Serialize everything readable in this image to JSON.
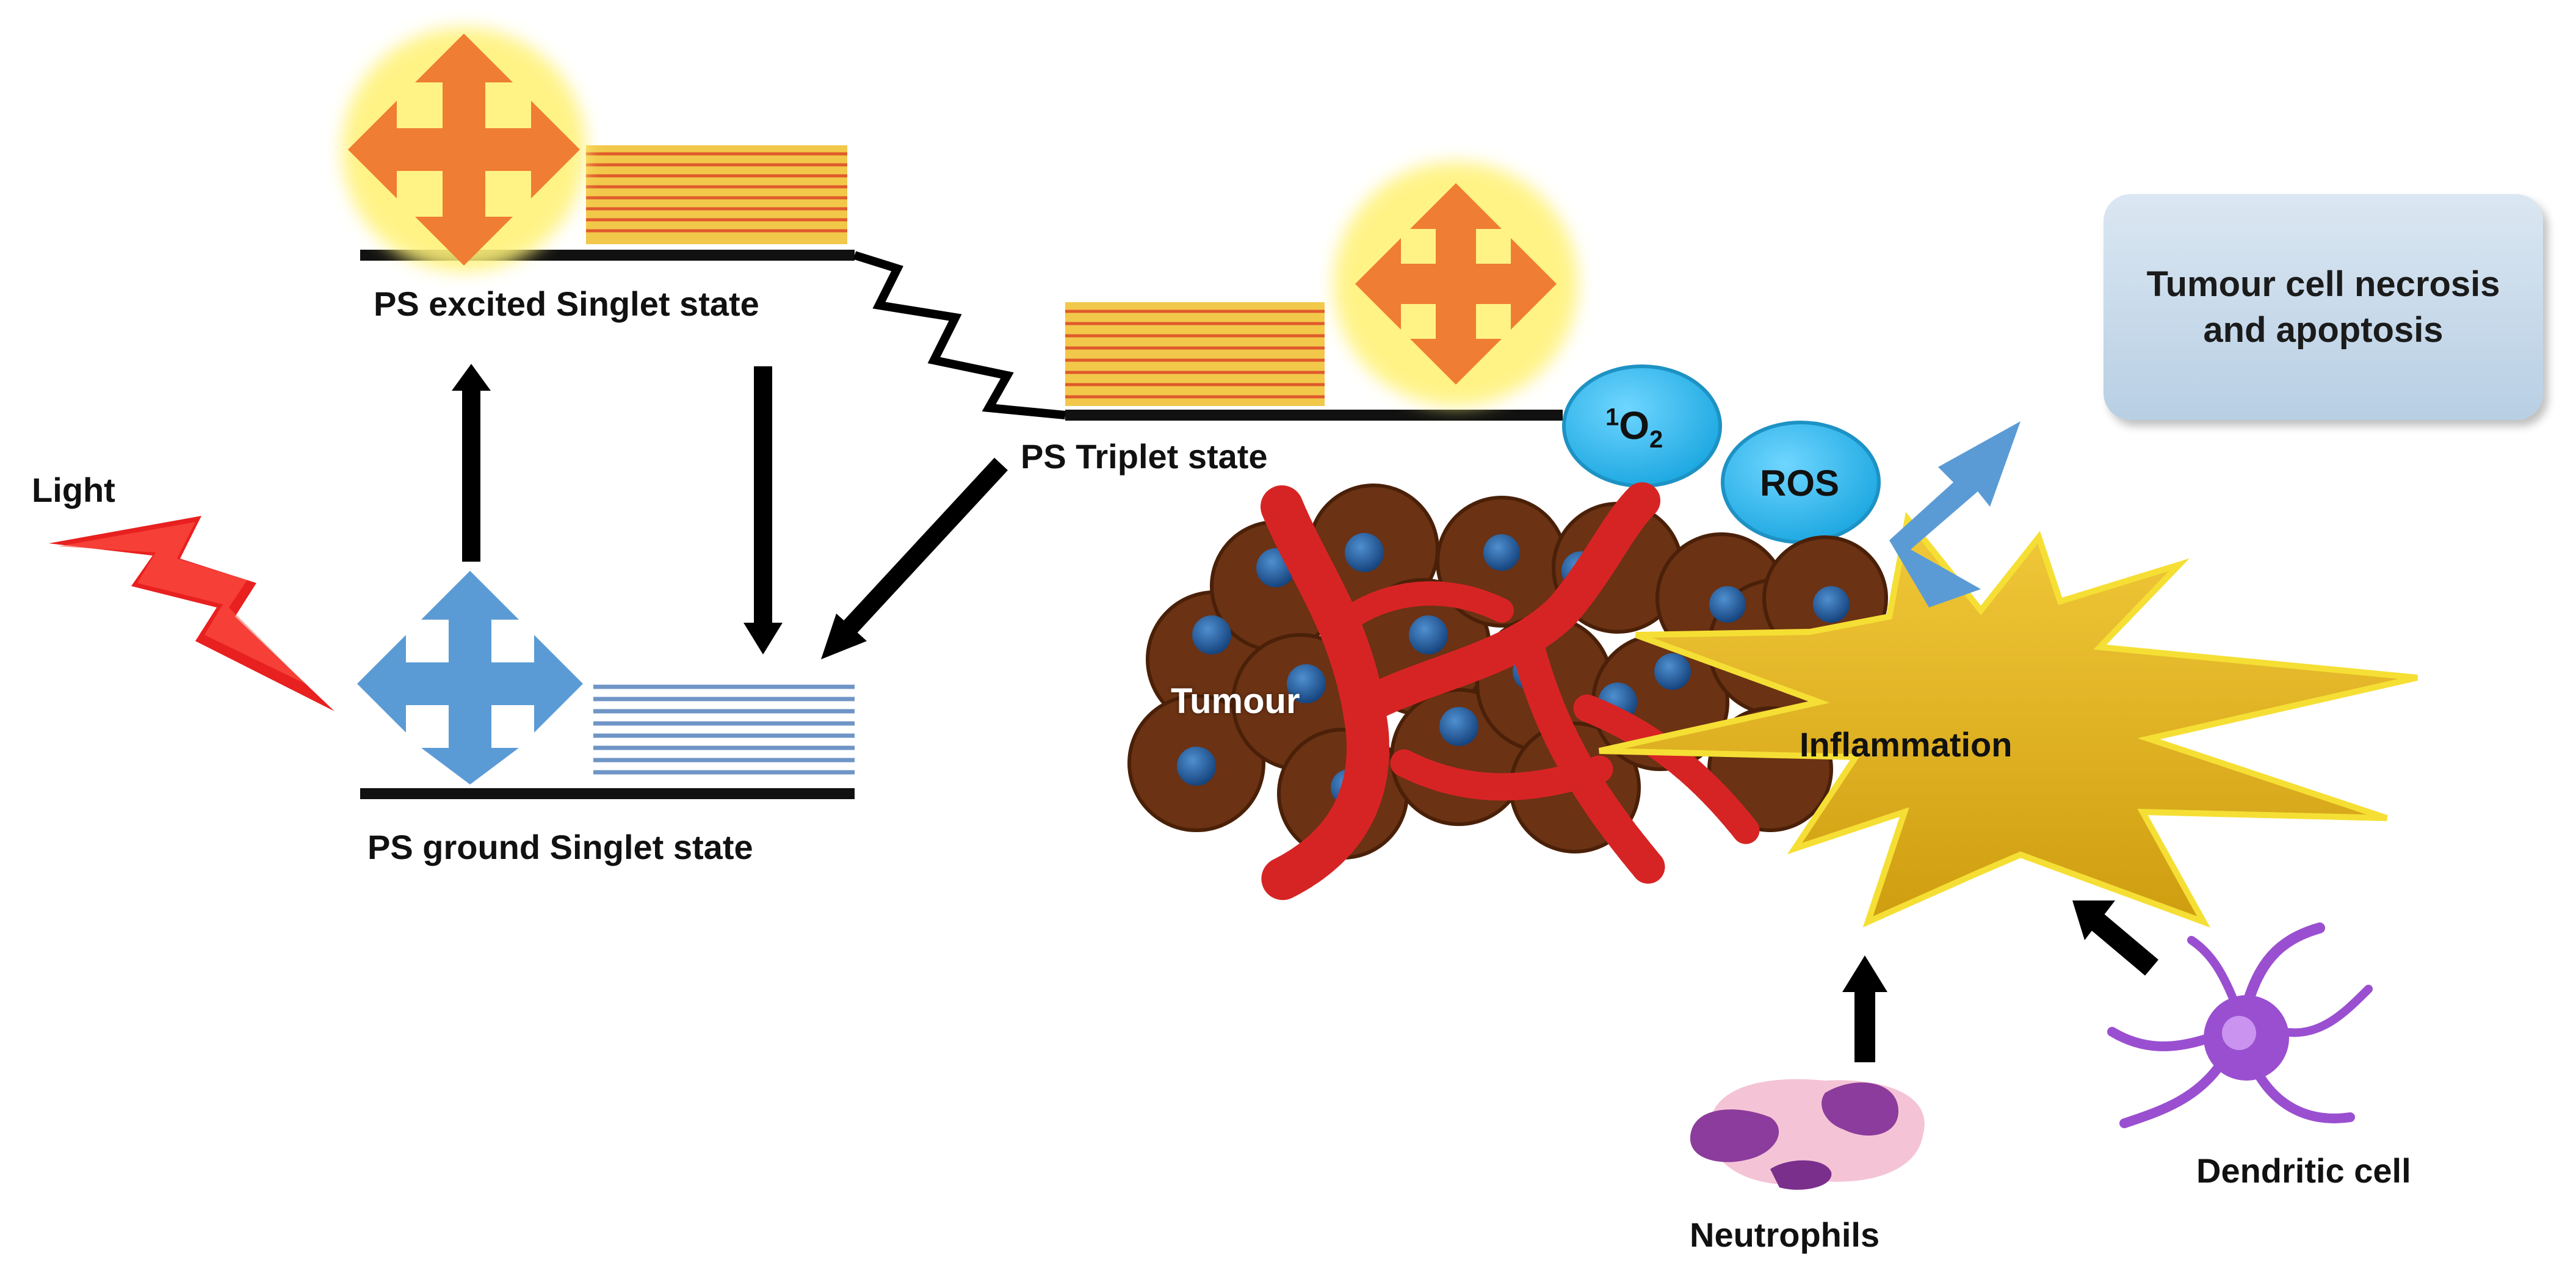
{
  "labels": {
    "light": "Light",
    "excited": "PS excited Singlet state",
    "ground": "PS ground Singlet state",
    "triplet": "PS Triplet state",
    "singlet_oxygen_sup": "1",
    "singlet_oxygen_main": "O",
    "singlet_oxygen_sub": "2",
    "ros": "ROS",
    "tumour": "Tumour",
    "inflammation": "Inflammation",
    "outcome": "Tumour cell necrosis and apoptosis",
    "neutrophils": "Neutrophils",
    "dendritic": "Dendritic cell"
  },
  "colors": {
    "excited_arrow": "#ef7d33",
    "ground_arrow": "#5b9bd5",
    "glow": "#fff27a",
    "level_line": "#111111",
    "orbital_gold": "#f2c84b",
    "orbital_red": "#e05a2b",
    "orbital_blue": "#6f95c6",
    "lightning": "#e8201f",
    "bubble": "#25b3e8",
    "tumour_cell": "#6b3214",
    "tumour_nucleus": "#1c5ea8",
    "vessel": "#d62424",
    "burst": "#e8b81a",
    "outcome_arrow": "#5b9bd5",
    "outcome_box": "#c9dbec",
    "neutrophil": "#8c3c9c",
    "dendritic": "#9a4fd0"
  }
}
